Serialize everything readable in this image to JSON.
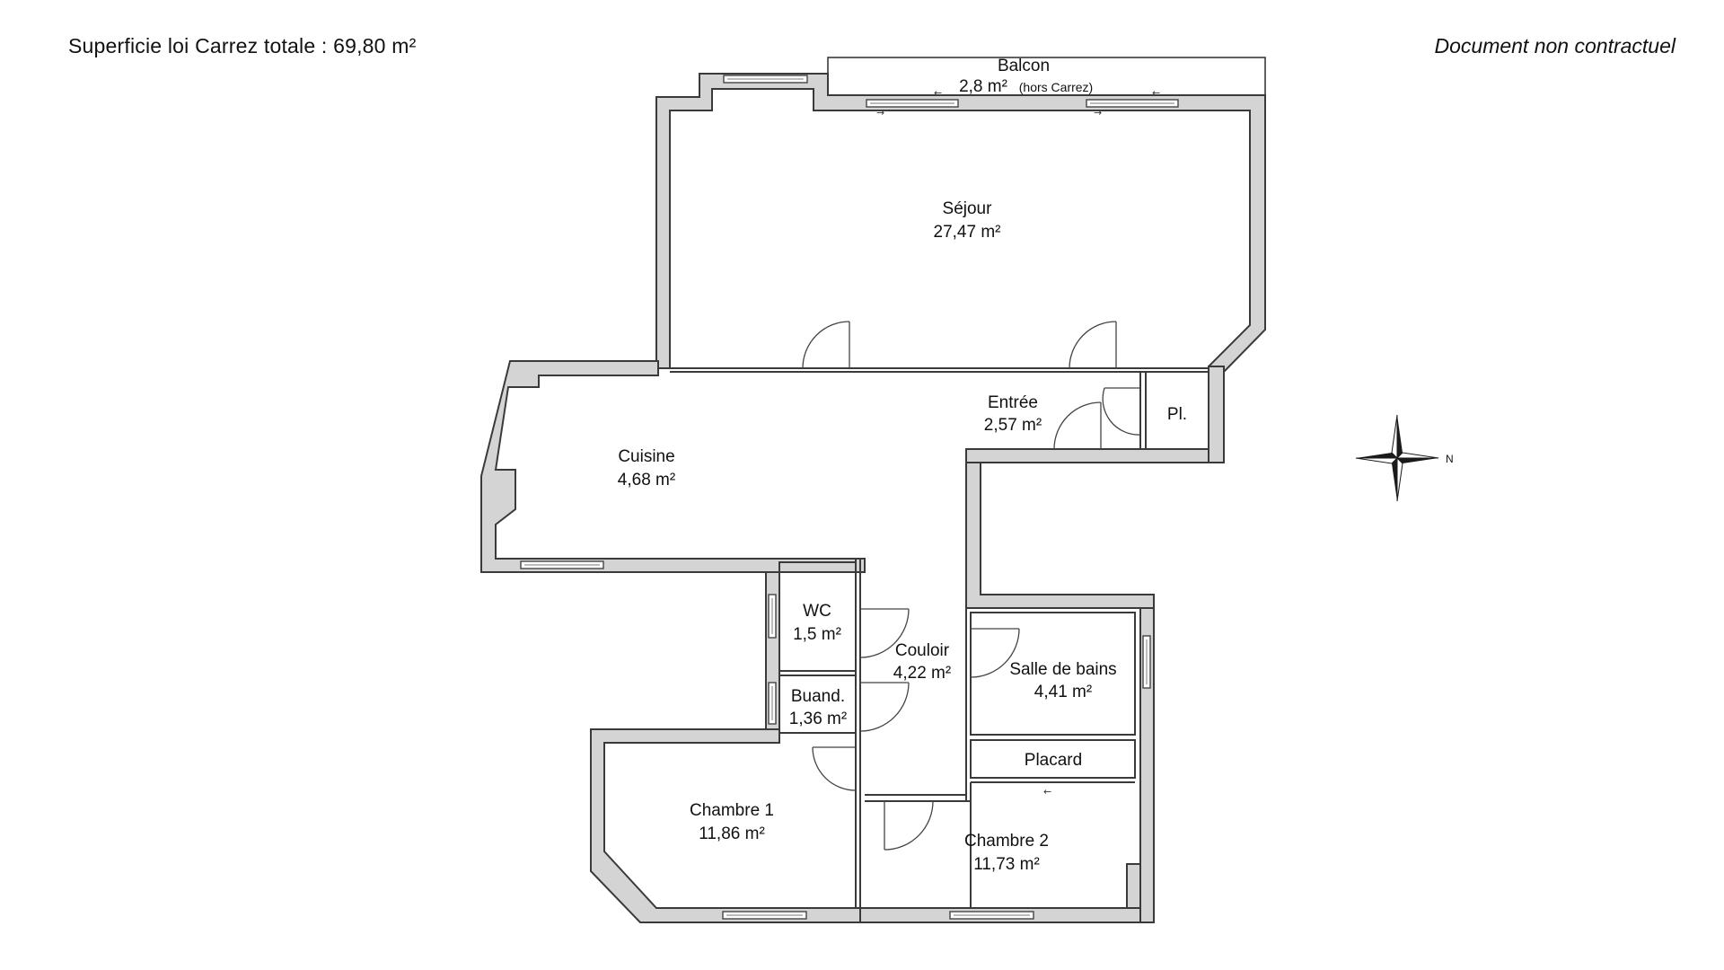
{
  "header": {
    "surface_text": "Superficie loi Carrez totale :  69,80 m²",
    "disclaimer": "Document non contractuel"
  },
  "rooms": {
    "balcon": {
      "name": "Balcon",
      "area": "2,8 m²",
      "note": "(hors Carrez)"
    },
    "sejour": {
      "name": "Séjour",
      "area": "27,47 m²"
    },
    "entree": {
      "name": "Entrée",
      "area": "2,57 m²"
    },
    "placard_entree": {
      "name": "Pl."
    },
    "cuisine": {
      "name": "Cuisine",
      "area": "4,68 m²"
    },
    "wc": {
      "name": "WC",
      "area": "1,5 m²"
    },
    "buanderie": {
      "name": "Buand.",
      "area": "1,36 m²"
    },
    "couloir": {
      "name": "Couloir",
      "area": "4,22 m²"
    },
    "salle_de_bains": {
      "name": "Salle de bains",
      "area": "4,41 m²"
    },
    "placard": {
      "name": "Placard"
    },
    "chambre1": {
      "name": "Chambre 1",
      "area": "11,86 m²"
    },
    "chambre2": {
      "name": "Chambre 2",
      "area": "11,73 m²"
    }
  },
  "compass": {
    "north_label": "N"
  },
  "sliding_arrows": {
    "left": "←",
    "right": "→"
  },
  "colors": {
    "wall_fill": "#d4d4d4",
    "wall_stroke": "#3a3a3a",
    "background": "#ffffff"
  }
}
